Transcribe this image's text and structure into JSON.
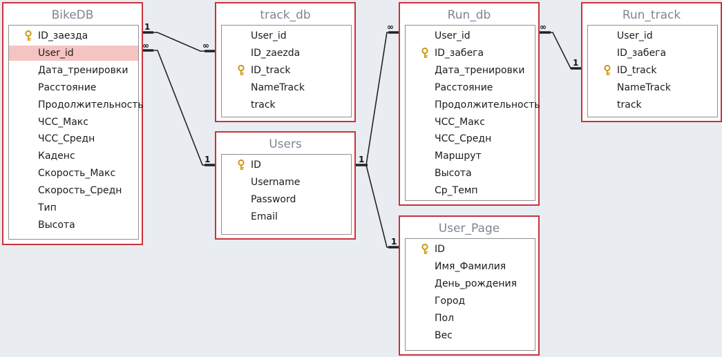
{
  "tables": {
    "bikedb": {
      "title": "BikeDB",
      "fields": [
        {
          "name": "ID_заезда",
          "key": true
        },
        {
          "name": "User_id",
          "key": false,
          "selected": true
        },
        {
          "name": "Дата_тренировки",
          "key": false
        },
        {
          "name": "Расстояние",
          "key": false
        },
        {
          "name": "Продолжительность",
          "key": false
        },
        {
          "name": "ЧСС_Макс",
          "key": false
        },
        {
          "name": "ЧСС_Средн",
          "key": false
        },
        {
          "name": "Каденс",
          "key": false
        },
        {
          "name": "Скорость_Макс",
          "key": false
        },
        {
          "name": "Скорость_Средн",
          "key": false
        },
        {
          "name": "Тип",
          "key": false
        },
        {
          "name": "Высота",
          "key": false
        }
      ]
    },
    "track_db": {
      "title": "track_db",
      "fields": [
        {
          "name": "User_id",
          "key": false
        },
        {
          "name": "ID_zaezda",
          "key": false
        },
        {
          "name": "ID_track",
          "key": true
        },
        {
          "name": "NameTrack",
          "key": false
        },
        {
          "name": "track",
          "key": false
        }
      ]
    },
    "users": {
      "title": "Users",
      "fields": [
        {
          "name": "ID",
          "key": true
        },
        {
          "name": "Username",
          "key": false
        },
        {
          "name": "Password",
          "key": false
        },
        {
          "name": "Email",
          "key": false
        }
      ]
    },
    "run_db": {
      "title": "Run_db",
      "fields": [
        {
          "name": "User_id",
          "key": false
        },
        {
          "name": "ID_забега",
          "key": true
        },
        {
          "name": "Дата_тренировки",
          "key": false
        },
        {
          "name": "Расстояние",
          "key": false
        },
        {
          "name": "Продолжительность",
          "key": false
        },
        {
          "name": "ЧСС_Макс",
          "key": false
        },
        {
          "name": "ЧСС_Средн",
          "key": false
        },
        {
          "name": "Маршрут",
          "key": false
        },
        {
          "name": "Высота",
          "key": false
        },
        {
          "name": "Ср_Темп",
          "key": false
        }
      ]
    },
    "user_page": {
      "title": "User_Page",
      "fields": [
        {
          "name": "ID",
          "key": true
        },
        {
          "name": "Имя_Фамилия",
          "key": false
        },
        {
          "name": "День_рождения",
          "key": false
        },
        {
          "name": "Город",
          "key": false
        },
        {
          "name": "Пол",
          "key": false
        },
        {
          "name": "Вес",
          "key": false
        }
      ]
    },
    "run_track": {
      "title": "Run_track",
      "fields": [
        {
          "name": "User_id",
          "key": false
        },
        {
          "name": "ID_забега",
          "key": false
        },
        {
          "name": "ID_track",
          "key": true
        },
        {
          "name": "NameTrack",
          "key": false
        },
        {
          "name": "track",
          "key": false
        }
      ]
    }
  },
  "relationships": [
    {
      "from": "BikeDB.ID_заезда",
      "to": "track_db.ID_zaezda",
      "from_cardinality": "1",
      "to_cardinality": "∞"
    },
    {
      "from": "BikeDB.User_id",
      "to": "Users.ID",
      "from_cardinality": "∞",
      "to_cardinality": "1"
    },
    {
      "from": "Users.ID",
      "to": "Run_db.User_id",
      "from_cardinality": "1",
      "to_cardinality": "∞"
    },
    {
      "from": "Users.ID",
      "to": "User_Page.ID",
      "from_cardinality": "1",
      "to_cardinality": "1"
    },
    {
      "from": "Run_db.ID_забега",
      "to": "Run_track.ID_забега",
      "from_cardinality": "∞",
      "to_cardinality": "1"
    }
  ],
  "colors": {
    "table_border": "#c8323c",
    "title_text": "#7d8593",
    "selected_field": "#f6c3c3",
    "background": "#e9ecf0",
    "key_icon": "#d6a51c"
  },
  "icons": {
    "primary_key": "key-icon"
  }
}
